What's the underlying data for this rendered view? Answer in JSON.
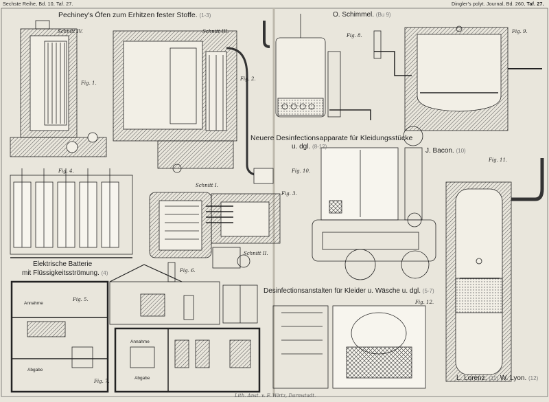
{
  "header": {
    "series": "Sechste Reihe, Bd. 10, Taf. 27.",
    "journal": "Dingler's polyt. Journal, Bd. 260,",
    "plate": "Taf. 27."
  },
  "titles": {
    "pechiney": "Pechiney's Öfen zum Erhitzen fester Stoffe.",
    "pechiney_ref": "(1-3)",
    "schimmel": "O. Schimmel.",
    "schimmel_ref": "(Bu 9)",
    "desinf_app_1": "Neuere Desinfectionsapparate für Kleidungsstücke",
    "desinf_app_2": "u. dgl.",
    "desinf_app_ref": "(8-12)",
    "bacon": "J. Bacon.",
    "bacon_ref": "(10)",
    "batterie_1": "Elektrische Batterie",
    "batterie_2": "mit Flüssigkeitsströmung.",
    "batterie_ref": "(4)",
    "anstalten": "Desinfectionsanstalten für Kleider u. Wäsche u. dgl.",
    "anstalten_ref": "(5-7)",
    "lorenz": "L. Lorenz.",
    "lorenz_ref": "(11)",
    "lyon": "W. Lyon.",
    "lyon_ref": "(12)"
  },
  "labels": {
    "schnitt_iv": "Schnitt IV.",
    "schnitt_iii": "Schnitt III.",
    "schnitt_i": "Schnitt I.",
    "schnitt_ii": "Schnitt II.",
    "fig1": "Fig. 1.",
    "fig2": "Fig. 2.",
    "fig3": "Fig. 3.",
    "fig4": "Fig. 4.",
    "fig5": "Fig. 5.",
    "fig6": "Fig. 6.",
    "fig7": "Fig. 7.",
    "fig8": "Fig. 8.",
    "fig9": "Fig. 9.",
    "fig10": "Fig. 10.",
    "fig11": "Fig. 11.",
    "fig12": "Fig. 12.",
    "annahme": "Annahme",
    "annahme2": "Annahme",
    "abgabe": "Abgabe",
    "abgabe2": "Abgabe"
  },
  "footer": {
    "imprint": "Lith. Anst. v. F. Wirtz, Darmstadt."
  }
}
